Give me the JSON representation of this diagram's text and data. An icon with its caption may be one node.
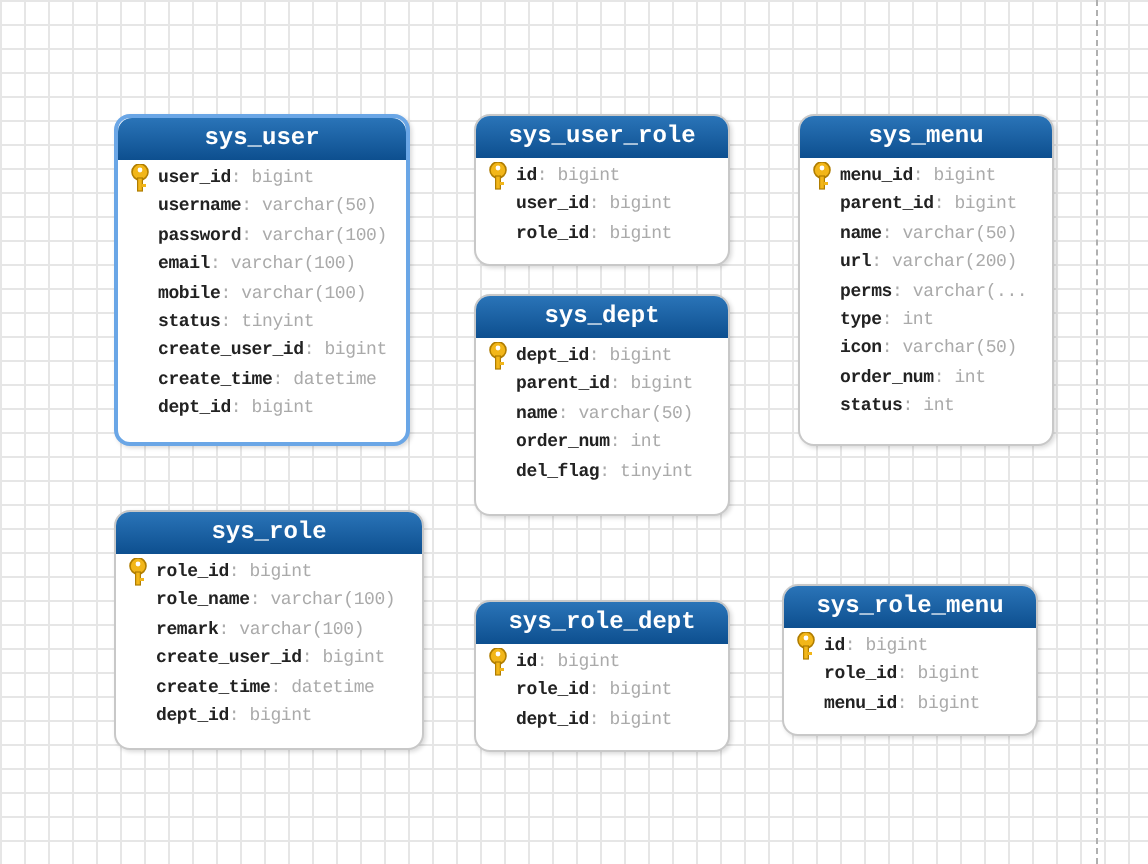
{
  "diagram": {
    "nodes": [
      {
        "text": [
          "sys_user",
          "**user_id**: bigint",
          "**username**: varchar(50)",
          "**password**: varchar(100)",
          "**email**: varchar(100)",
          "**mobile**: varchar(100)",
          "**status**: tinyint",
          "**create_user_id**: bigint",
          "**create_time**: datetime",
          "**dept_id**: bigint"
        ]
      },
      {
        "text": [
          "sys_user_role",
          "**id**: bigint",
          "**user_id**: bigint",
          "**role_id**: bigint"
        ]
      },
      {
        "text": [
          "sys_menu",
          "**menu_id**: bigint",
          "**parent_id**: bigint",
          "**name**: varchar(50)",
          "**url**: varchar(200)",
          "**perms**: varchar(...",
          "**type**: int",
          "**icon**: varchar(50)",
          "**order_num**: int",
          "**status**: int"
        ]
      },
      {
        "text": [
          "sys_dept",
          "**dept_id**: bigint",
          "**parent_id**: bigint",
          "**name**: varchar(50)",
          "**order_num**: int",
          "**del_flag**: tinyint"
        ]
      },
      {
        "text": [
          "sys_role",
          "**role_id**: bigint",
          "**role_name**: varchar(100)",
          "**remark**: varchar(100)",
          "**create_user_id**: bigint",
          "**create_time**: datetime",
          "**dept_id**: bigint"
        ]
      },
      {
        "text": [
          "sys_role_menu",
          "**id**: bigint",
          "**role_id**: bigint",
          "**menu_id**: bigint"
        ]
      },
      {
        "text": [
          "sys_role_dept",
          "**id**: bigint",
          "**role_id**: bigint",
          "**dept_id**: bigint"
        ]
      }
    ],
    "edges": []
  }
}
